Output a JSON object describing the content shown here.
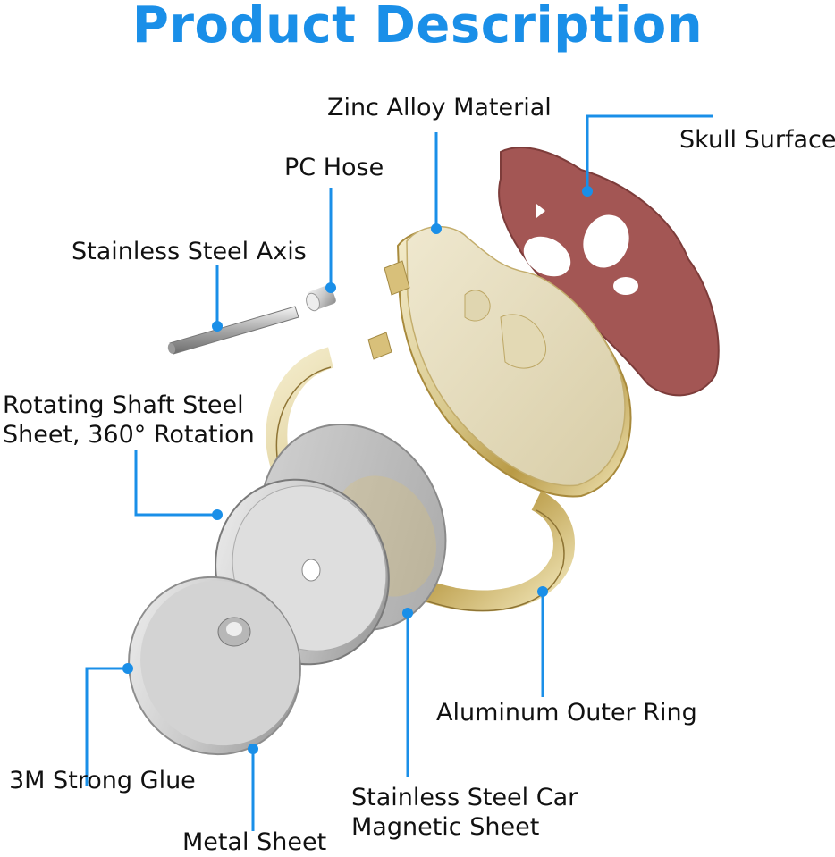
{
  "title": "Product Description",
  "accent_color": "#1a8fe8",
  "labels": {
    "zinc_alloy": "Zinc Alloy Material",
    "skull_surface": "Skull Surface",
    "pc_hose": "PC Hose",
    "stainless_axis": "Stainless Steel Axis",
    "rotating_shaft_line1": "Rotating Shaft Steel",
    "rotating_shaft_line2": "Sheet, 360° Rotation",
    "aluminum_ring": "Aluminum Outer Ring",
    "glue": "3M Strong Glue",
    "metal_sheet": "Metal Sheet",
    "magnetic_line1": "Stainless Steel Car",
    "magnetic_line2": "Magnetic Sheet"
  },
  "parts": [
    "skull-surface",
    "zinc-alloy-body",
    "pc-hose",
    "stainless-steel-axis",
    "aluminum-outer-ring",
    "magnetic-sheet",
    "rotating-shaft-sheet",
    "metal-sheet"
  ]
}
